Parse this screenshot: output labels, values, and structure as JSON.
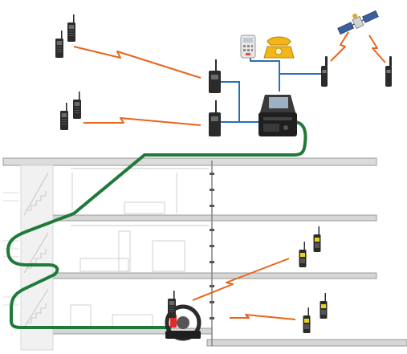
{
  "diagram": {
    "colors": {
      "background": "#ffffff",
      "cable_green": "#1f7a3a",
      "link_blue": "#2a6fb5",
      "radio_wave": "#e8641b",
      "building_line": "#b9b9b9",
      "floor_slab": "#9a9a9a",
      "device_body": "#2b2b2b"
    },
    "icons": {
      "handheld_radio": "handheld-radio-icon",
      "base_station_radio": "base-radio-icon",
      "gateway_case": "rugged-gateway-case-icon",
      "satellite": "satellite-icon",
      "satellite_phone": "satellite-phone-icon",
      "desk_phone": "landline-phone-icon",
      "ip_phone": "ip-phone-icon",
      "cable_reel": "cable-reel-icon"
    },
    "floors_in_building": 4,
    "handheld_radio_groups": 4,
    "radios_per_group": 2,
    "satellite_phones": 2
  }
}
